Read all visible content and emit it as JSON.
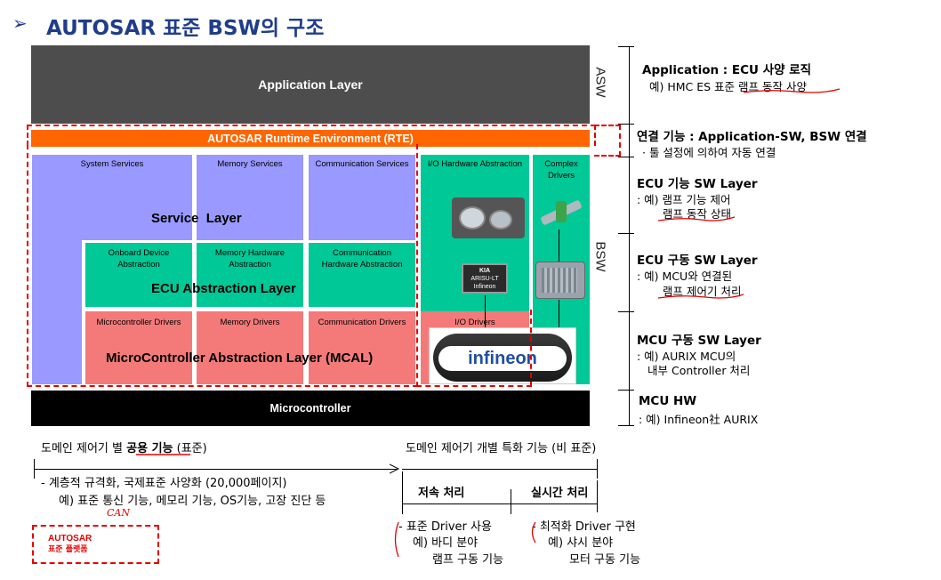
{
  "title": {
    "bullet": "➢",
    "text": "AUTOSAR 표준 BSW의 구조"
  },
  "diagram": {
    "app_layer": "Application Layer",
    "rte": "AUTOSAR Runtime Environment (RTE)",
    "system_services": "System Services",
    "memory_services": "Memory Services",
    "communication_services": "Communication Services",
    "io_hw_abstraction": "I/O Hardware Abstraction",
    "complex_drivers": "Complex\nDrivers",
    "service_layer": "Service  Layer",
    "onboard_device_abstraction": "Onboard Device\nAbstraction",
    "memory_hw_abstraction": "Memory Hardware\nAbstraction",
    "comm_hw_abstraction": "Communication\nHardware Abstraction",
    "ecu_abstraction_layer": "ECU Abstraction Layer",
    "microcontroller_drivers": "Microcontroller Drivers",
    "memory_drivers": "Memory Drivers",
    "communication_drivers": "Communication Drivers",
    "io_drivers": "I/O Drivers",
    "mcal": "MicroController Abstraction Layer (MCAL)",
    "microcontroller": "Microcontroller",
    "asw_label": "ASW",
    "bsw_label": "BSW",
    "chip_brand": "KIA",
    "chip_line1": "ARISU-LT",
    "chip_line2": "Infineon",
    "infineon_logo": "infineon"
  },
  "right_panel": {
    "application_title": "Application : ECU 사양 로직",
    "application_desc": "예) HMC ES 표준 램프 동작 사양",
    "connect_title": "연결 기능 : Application-SW, BSW 연결",
    "connect_desc": "·  툴 설정에 의하여 자동 연결",
    "ecu_func_title": "ECU 기능 SW Layer",
    "ecu_func_desc1": ": 예) 램프 기능 제어",
    "ecu_func_desc2": "램프 동작 상태",
    "ecu_drive_title": "ECU 구동  SW Layer",
    "ecu_drive_desc1": ": 예) MCU와  연결된",
    "ecu_drive_desc2": "램프 제어기 처리",
    "mcu_drive_title": "MCU 구동  SW Layer",
    "mcu_drive_desc1": ": 예) AURIX MCU의",
    "mcu_drive_desc2": "내부 Controller 처리",
    "mcu_hw_title": "MCU HW",
    "mcu_hw_desc": ":  예) Infineon社 AURIX"
  },
  "bottom": {
    "left_heading_pre": "도메인 제어기 별 ",
    "left_heading_bold": "공용 기능",
    "left_heading_post": " (표준)",
    "left_item1": "-   계층적 규격화, 국제표준 사양화 (20,000페이지)",
    "left_item2": "예) 표준 통신 기능, 메모리 기능, OS기능, 고장 진단 등",
    "handwritten_can": "CAN",
    "autosar_box_line1": "AUTOSAR",
    "autosar_box_line2": "표준 플랫폼",
    "right_heading": "도메인 제어기 개별 특화 기능 (비 표준)",
    "low_speed": "저속 처리",
    "realtime": "실시간 처리",
    "low_item1": "-   표준 Driver 사용",
    "low_item2": "예) 바디 분야",
    "low_item3": "램프 구동 기능",
    "rt_item1": "-   최적화 Driver 구현",
    "rt_item2": "예) 샤시 분야",
    "rt_item3": "모터 구동 기능"
  },
  "colors": {
    "title": "#1f3d8a",
    "app_layer": "#4d4d4d",
    "rte": "#ff6600",
    "services": "#9999ff",
    "abstraction": "#00c896",
    "drivers": "#f47a7a",
    "microcontroller": "#000000",
    "dashed_frame": "#e60000"
  }
}
